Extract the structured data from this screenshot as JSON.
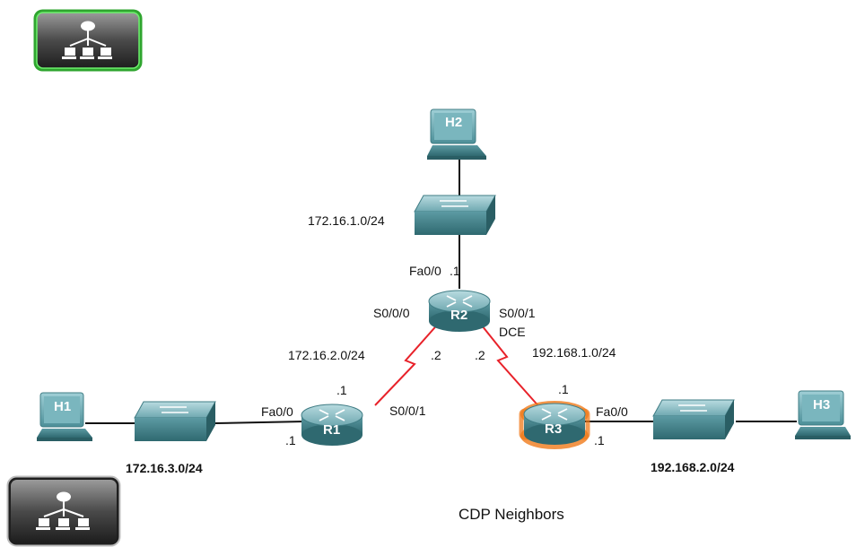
{
  "colors": {
    "serial_link": "#e8222a",
    "ethernet_link": "#111111",
    "device_teal": "#5f9ea6",
    "active_outline": "#3ad23a",
    "router_highlight": "#f07a1a"
  },
  "toolbar": {
    "active_button_icon": "network-topology-icon",
    "inactive_button_icon": "network-topology-icon"
  },
  "devices": {
    "hosts": {
      "h1": "H1",
      "h2": "H2",
      "h3": "H3"
    },
    "routers": {
      "r1": "R1",
      "r2": "R2",
      "r3": "R3"
    }
  },
  "networks": {
    "lan_r2": "172.16.1.0/24",
    "wan_r1_r2": "172.16.2.0/24",
    "wan_r2_r3": "192.168.1.0/24",
    "lan_r1": "172.16.3.0/24",
    "lan_r3": "192.168.2.0/24"
  },
  "interfaces": {
    "r2_fa": "Fa0/0",
    "r2_fa_host": ".1",
    "r2_s000": "S0/0/0",
    "r2_s001": "S0/0/1",
    "r2_dce": "DCE",
    "r2_left_host": ".2",
    "r2_right_host": ".2",
    "r1_fa": "Fa0/0",
    "r1_fa_host": ".1",
    "r1_serial_host": ".1",
    "r1_s001": "S0/0/1",
    "r3_fa": "Fa0/0",
    "r3_fa_host": ".1",
    "r3_serial_host": ".1"
  },
  "caption": "CDP Neighbors"
}
